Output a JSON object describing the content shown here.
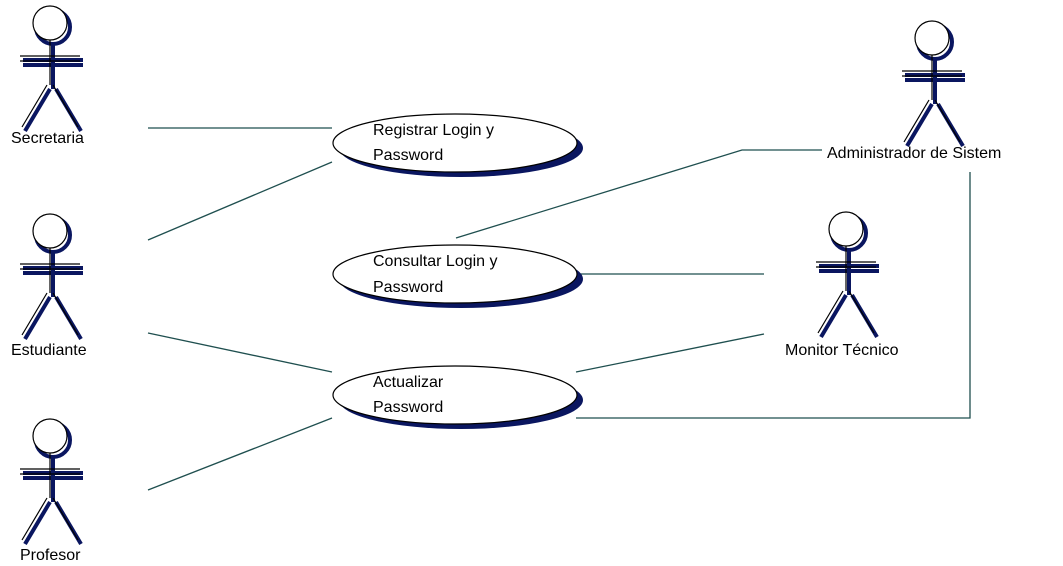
{
  "actors": {
    "secretaria": "Secretaria",
    "estudiante": "Estudiante",
    "profesor": "Profesor",
    "administrador": "Administrador de Sistem",
    "monitor": "Monitor Técnico"
  },
  "use_cases": {
    "registrar": [
      "Registrar Login y",
      "Password"
    ],
    "consultar": [
      "Consultar Login y",
      "Password"
    ],
    "actualizar": [
      "Actualizar",
      "Password"
    ]
  },
  "colors": {
    "line": "#1f4f4f",
    "shadow": "#0a1660"
  }
}
